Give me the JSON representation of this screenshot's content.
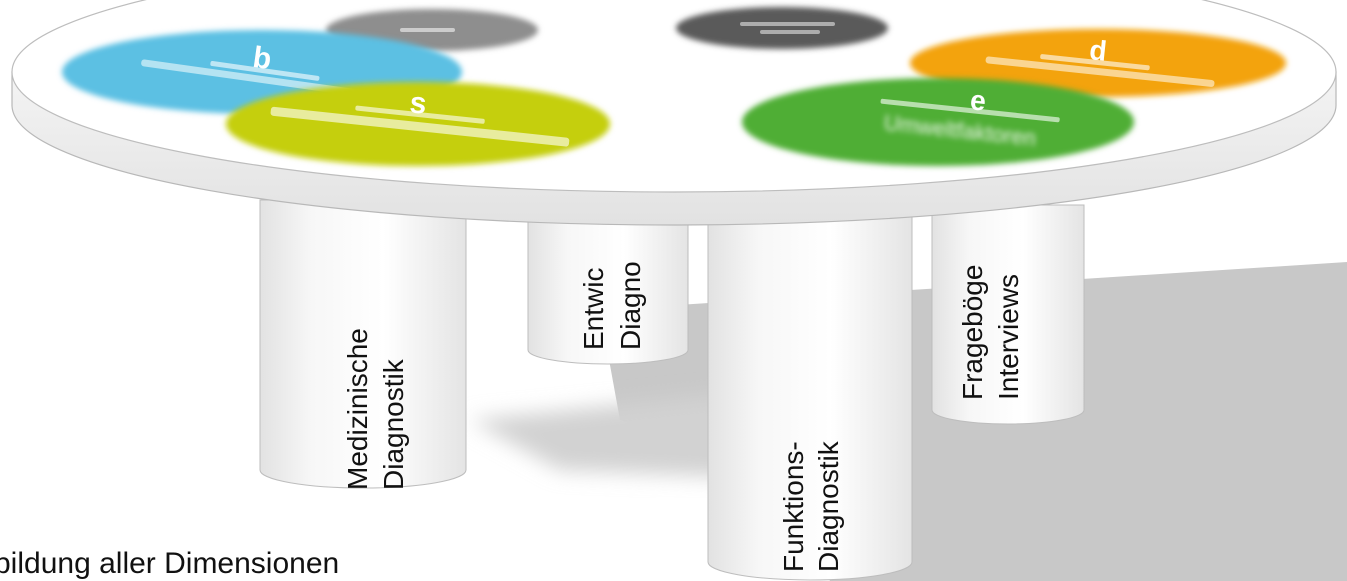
{
  "pillars": {
    "medical": {
      "line1": "Medizinische",
      "line2": "Diagnostik"
    },
    "development": {
      "line1": "Entwic",
      "line2": "Diagno"
    },
    "function": {
      "line1": "Funktions-",
      "line2": "Diagnostik"
    },
    "questionnaires": {
      "line1": "Frageböge",
      "line2": "Interviews"
    }
  },
  "discs": {
    "b": {
      "letter": "b",
      "color": "#5bc0e3"
    },
    "s": {
      "letter": "s",
      "color": "#c5cf0a"
    },
    "d": {
      "letter": "d",
      "color": "#f3a30f"
    },
    "e": {
      "letter": "e",
      "line2": "Umweltfaktoren",
      "color": "#4fae35"
    },
    "gray1": {
      "color": "#8e8e8e"
    },
    "gray2": {
      "color": "#5a5a5a"
    }
  },
  "caption": "bildung aller Dimensionen"
}
